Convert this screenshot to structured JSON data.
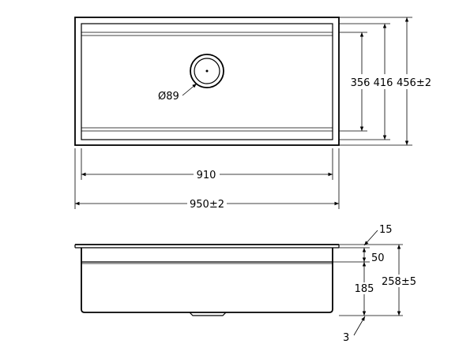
{
  "top_view": {
    "drain_label": "Ø89",
    "width_inner": "910",
    "width_outer": "950±2",
    "depth_a": "356",
    "depth_b": "416",
    "depth_c": "456±2"
  },
  "side_view": {
    "rim_thickness": "15",
    "step_height": "50",
    "bowl_depth": "185",
    "overall_height": "258±5",
    "bottom_thickness": "3"
  }
}
